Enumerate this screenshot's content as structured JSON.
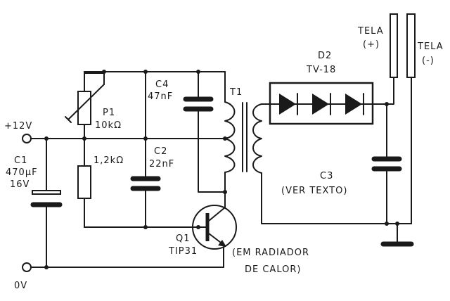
{
  "labels": {
    "plus12v": "+12V",
    "ov": "0V",
    "c1_name": "C1",
    "c1_value": "470µF",
    "c1_voltage": "16V",
    "p1_name": "P1",
    "p1_value": "10kΩ",
    "r_value": "1,2kΩ",
    "c4_name": "C4",
    "c4_value": "47nF",
    "c2_name": "C2",
    "c2_value": "22nF",
    "t1_name": "T1",
    "d2_name": "D2",
    "d2_value": "TV-18",
    "c3_name": "C3",
    "c3_note": "(VER TEXTO)",
    "q1_name": "Q1",
    "q1_value": "TIP31",
    "q1_note_line1": "(EM RADIADOR",
    "q1_note_line2": "DE CALOR)",
    "tela_plus_title": "TELA",
    "tela_plus_sign": "(+)",
    "tela_minus_title": "TELA",
    "tela_minus_sign": "(-)"
  },
  "colors": {
    "ink": "#1a1a1a",
    "paper": "#ffffff"
  }
}
